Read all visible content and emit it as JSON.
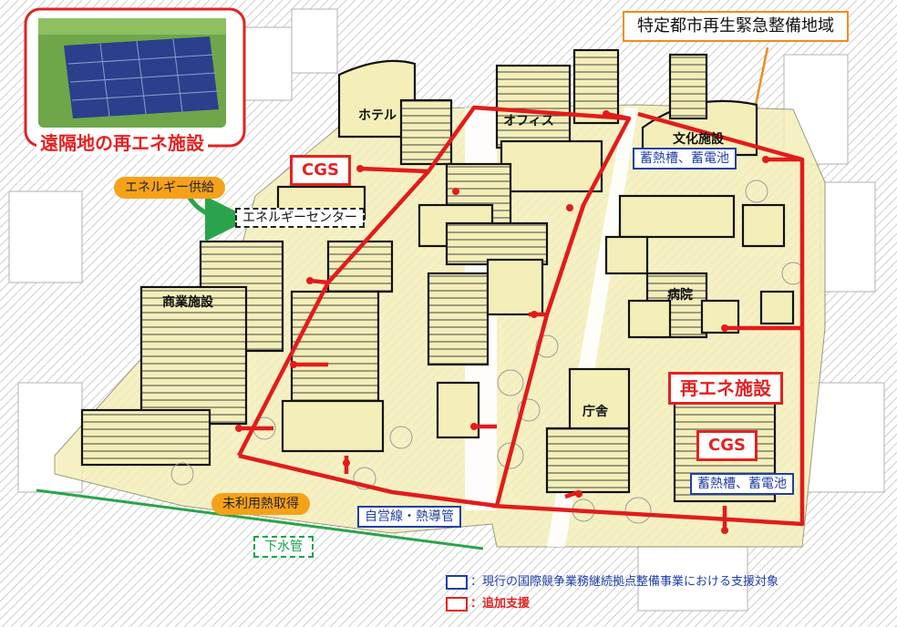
{
  "title": "特定都市再生緊急整備地域",
  "remote_facility": {
    "label": "遠隔地の再エネ施設"
  },
  "supply": {
    "energy_supply": "エネルギー供給",
    "energy_center": "エネルギーセンター",
    "cgs_top": "CGS",
    "unused_heat": "未利用熱取得",
    "sewer": "下水管",
    "pipeline": "自営線・熱導管"
  },
  "buildings": {
    "hotel": "ホテル",
    "office": "オフィス",
    "culture": "文化施設",
    "commercial": "商業施設",
    "hospital": "病院",
    "government": "庁舎"
  },
  "storage": {
    "top": "蓄熱槽、蓄電池",
    "bottom": "蓄熱槽、蓄電池"
  },
  "renewable": {
    "label": "再エネ施設",
    "cgs": "CGS"
  },
  "legend": {
    "blue": "：現行の国際競争業務継続拠点整備事業における支援対象",
    "red": "：追加支援"
  },
  "colors": {
    "district_fill": "#f4efb9",
    "pipe": "#e31b1b",
    "existing_support": "#1f3fa8",
    "added_support": "#e32222",
    "supply_arrow": "#2aa44a",
    "title_border": "#f08c1a"
  }
}
